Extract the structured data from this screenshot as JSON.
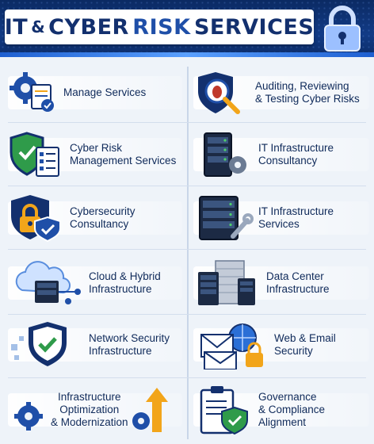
{
  "title": {
    "part1": "IT",
    "amp": "&",
    "part2": "CYBER",
    "part3": "RISK",
    "part4": "SERVICES"
  },
  "services": [
    {
      "label": "Manage Services",
      "icon": "gear-document-icon"
    },
    {
      "label": "Auditing, Reviewing\n& Testing Cyber Risks",
      "icon": "shield-bug-magnifier-icon"
    },
    {
      "label": "Cyber Risk\nManagement Services",
      "icon": "shield-checklist-icon"
    },
    {
      "label": "IT Infrastructure\nConsultancy",
      "icon": "server-gear-icon"
    },
    {
      "label": "Cybersecurity\nConsultancy",
      "icon": "shield-lock-icon"
    },
    {
      "label": "IT Infrastructure\nServices",
      "icon": "server-wrench-icon"
    },
    {
      "label": "Cloud & Hybrid\nInfrastructure",
      "icon": "cloud-server-icon"
    },
    {
      "label": "Data Center\nInfrastructure",
      "icon": "data-center-icon"
    },
    {
      "label": "Network Security\nInfrastructure",
      "icon": "shield-network-icon"
    },
    {
      "label": "Web & Email\nSecurity",
      "icon": "envelope-globe-lock-icon"
    },
    {
      "label": "Infrastructure\nOptimization\n& Modernization",
      "icon": "gears-arrow-icon"
    },
    {
      "label": "Governance\n& Compliance\nAlignment",
      "icon": "clipboard-shield-icon"
    }
  ],
  "colors": {
    "navy": "#13306e",
    "blue": "#1f4fa8",
    "gold": "#f2a51a",
    "green": "#2f9b4a"
  }
}
